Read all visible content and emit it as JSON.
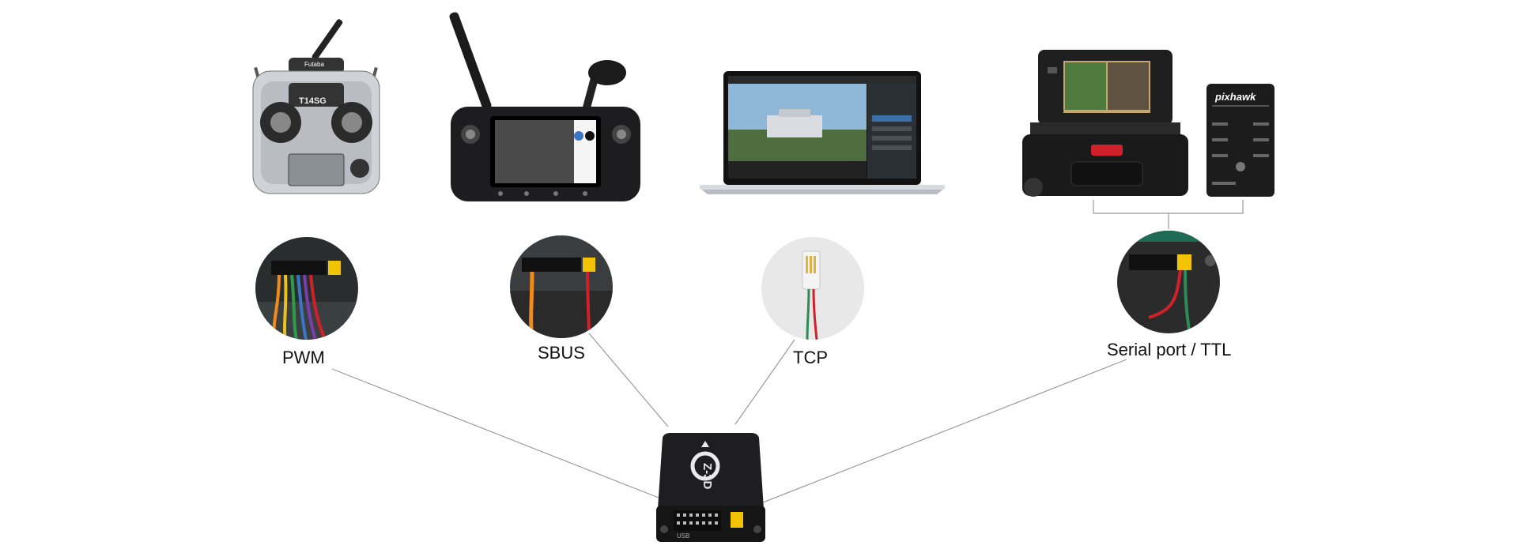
{
  "devices": {
    "rc_transmitter": {
      "brand": "Futaba",
      "model": "T14SG"
    },
    "ground_station_laptop": {},
    "controller_box": {
      "brand": "pixhawk"
    },
    "gimbal_controller": {
      "model": "Z-3D",
      "port_label": "USB"
    }
  },
  "interfaces": [
    {
      "id": "pwm",
      "label": "PWM"
    },
    {
      "id": "sbus",
      "label": "SBUS"
    },
    {
      "id": "tcp",
      "label": "TCP"
    },
    {
      "id": "serial",
      "label": "Serial port / TTL"
    }
  ],
  "colors": {
    "line": "#9a9a9a",
    "device_dark": "#1d1d1f",
    "device_silver": "#cfd2d6",
    "accent_yellow": "#f2c300",
    "cable_orange": "#f08a1a",
    "cable_red": "#d0202a",
    "cable_green": "#2e8b57"
  }
}
